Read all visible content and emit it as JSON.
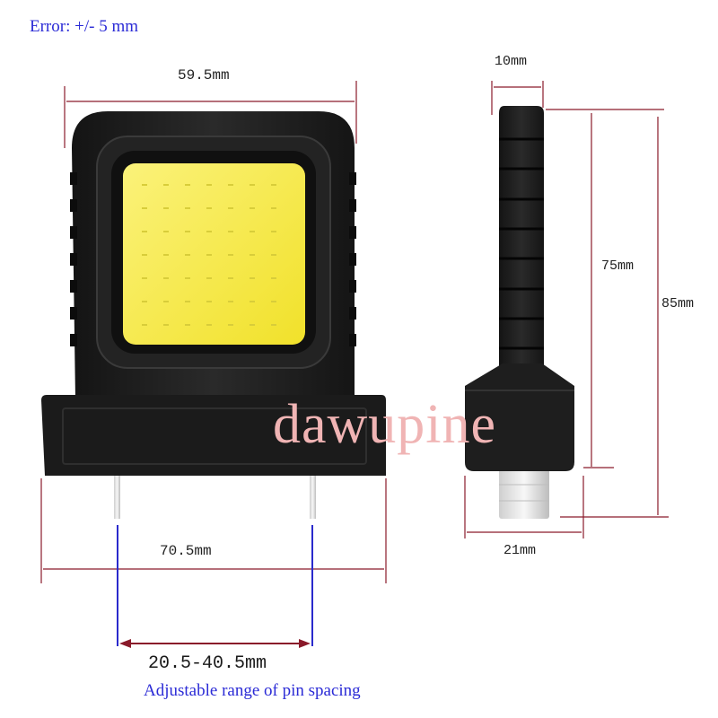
{
  "header": {
    "error_note": "Error: +/- 5 mm"
  },
  "dimensions": {
    "front_width": "59.5mm",
    "side_thickness": "10mm",
    "body_height": "75mm",
    "total_height": "85mm",
    "base_width": "70.5mm",
    "base_depth": "21mm",
    "pin_spacing": "20.5-40.5mm"
  },
  "footer": {
    "pin_note": "Adjustable range of pin spacing"
  },
  "watermark": "dawupine",
  "colors": {
    "body": "#1e1e1e",
    "led": "#f5ea3c",
    "pin": "#e6e6e6",
    "dim_line": "#8a1a2a",
    "pin_guide": "#2a2acc"
  }
}
